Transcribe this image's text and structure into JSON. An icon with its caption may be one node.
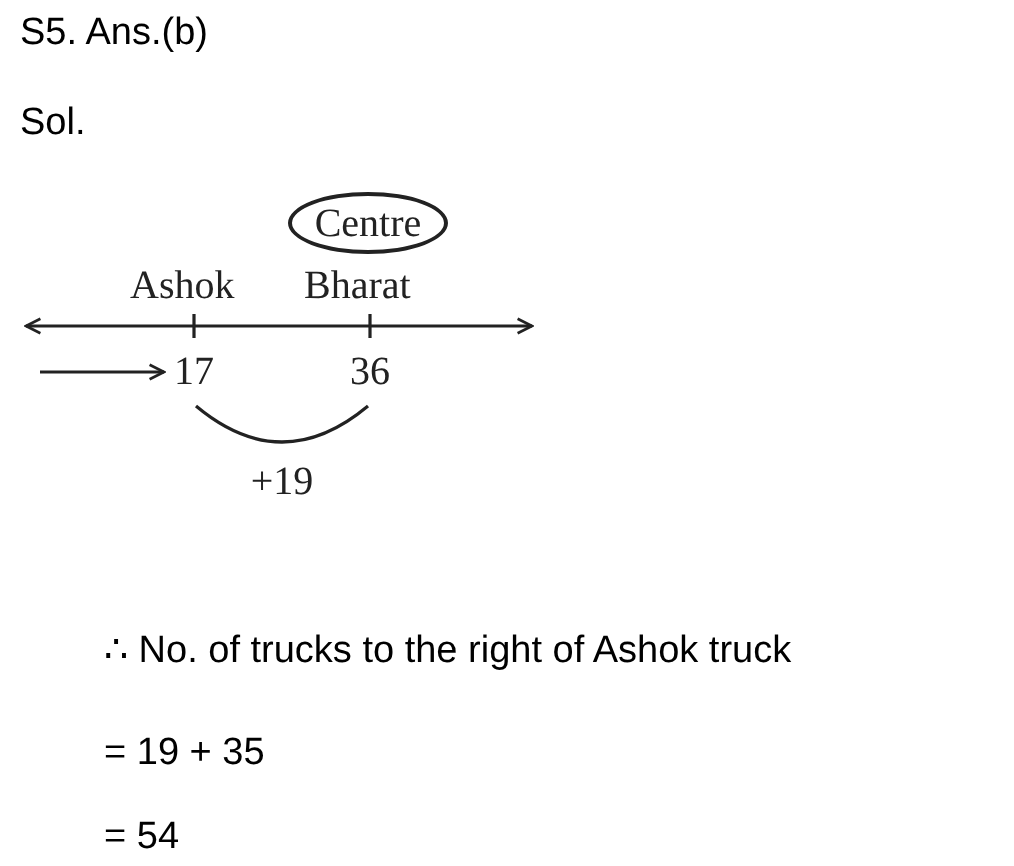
{
  "diagram": {
    "nodes": [
      {
        "text": [
          "Centre"
        ]
      },
      {
        "text": [
          "17"
        ]
      },
      {
        "text": [
          "36"
        ]
      }
    ],
    "edges": [
      {
        "from": 1,
        "to": 2,
        "arrow": "none",
        "label": "+19"
      },
      {
        "from": null,
        "to": 1,
        "arrow": "to"
      }
    ],
    "labels": [
      "S5. Ans.(b)",
      "Sol.",
      "Ashok",
      "Bharat",
      "∴ No. of trucks to the right of Ashok truck",
      "= 19 + 35",
      "= 54"
    ]
  }
}
